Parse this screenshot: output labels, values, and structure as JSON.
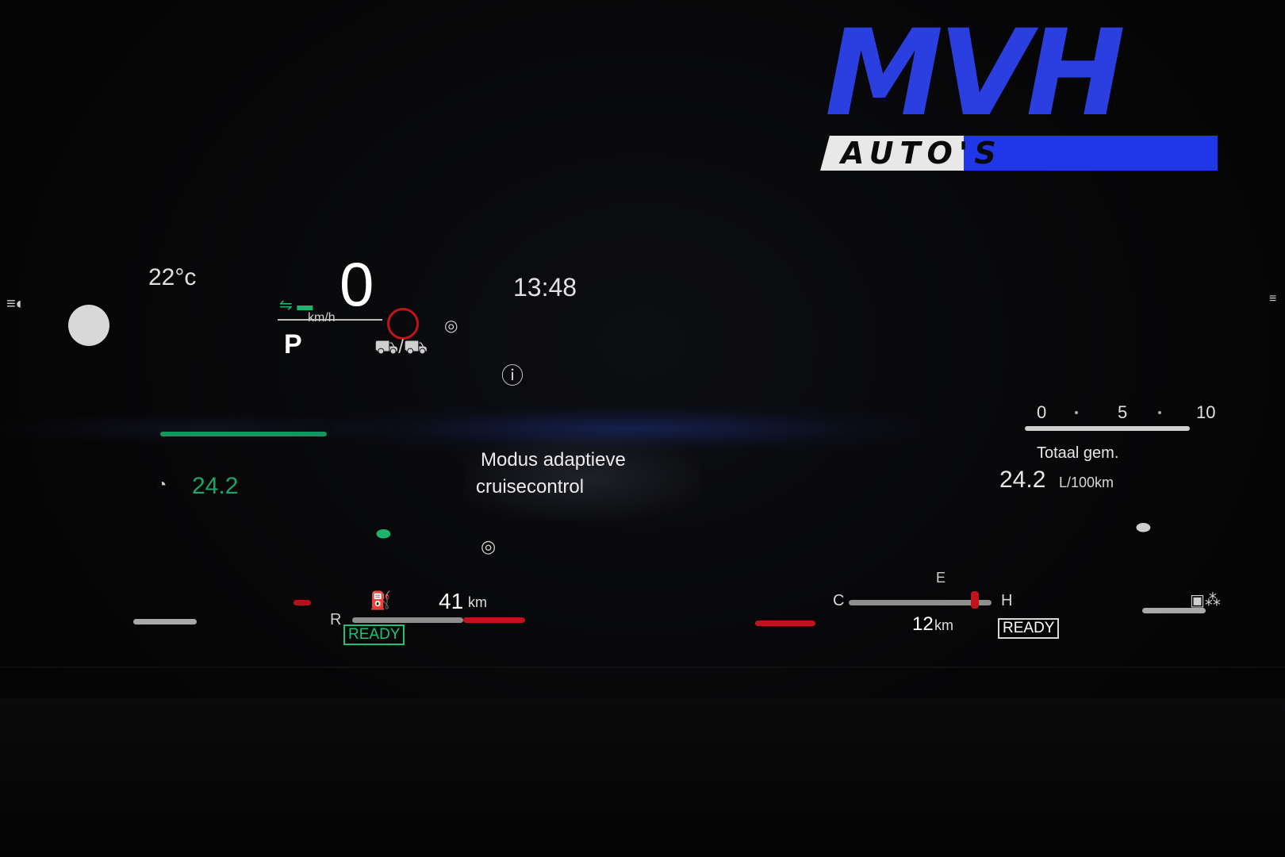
{
  "logo": {
    "letters": "MVH",
    "subtitle": "AUTO'S"
  },
  "cluster": {
    "outside_temp": "22°c",
    "speed": "0",
    "speed_unit": "km/h",
    "clock": "13:48",
    "gear": "P",
    "consumption_left": "24.2",
    "range_left_value": "41",
    "range_left_unit": "km",
    "range_left_r_label": "R",
    "ready_left": "READY",
    "range_right_value": "12",
    "range_right_unit": "km",
    "ready_right": "READY",
    "message_line1": "Modus adaptieve",
    "message_line2": "cruisecontrol",
    "total_label": "Totaal gem.",
    "total_value": "24.2",
    "total_unit": "L/100km",
    "scale": [
      "0",
      "5",
      "10"
    ],
    "fuel_gauge_left": "C",
    "fuel_gauge_right": "H",
    "coolant_icon_label": "E"
  },
  "icons": {
    "lights": "headlight-icon",
    "steering": "steering-wheel-icon",
    "drive_mode": "eco-drive-icon",
    "lane_assist": "lane-assist-icon",
    "traffic_sign": "traffic-sign-icon",
    "tire": "tire-pressure-icon",
    "pump": "fuel-pump-icon",
    "battery": "battery-icon"
  },
  "colors": {
    "accent_green": "#1fb26e",
    "warning_red": "#c0141c",
    "logo_blue": "#1f37e8"
  }
}
